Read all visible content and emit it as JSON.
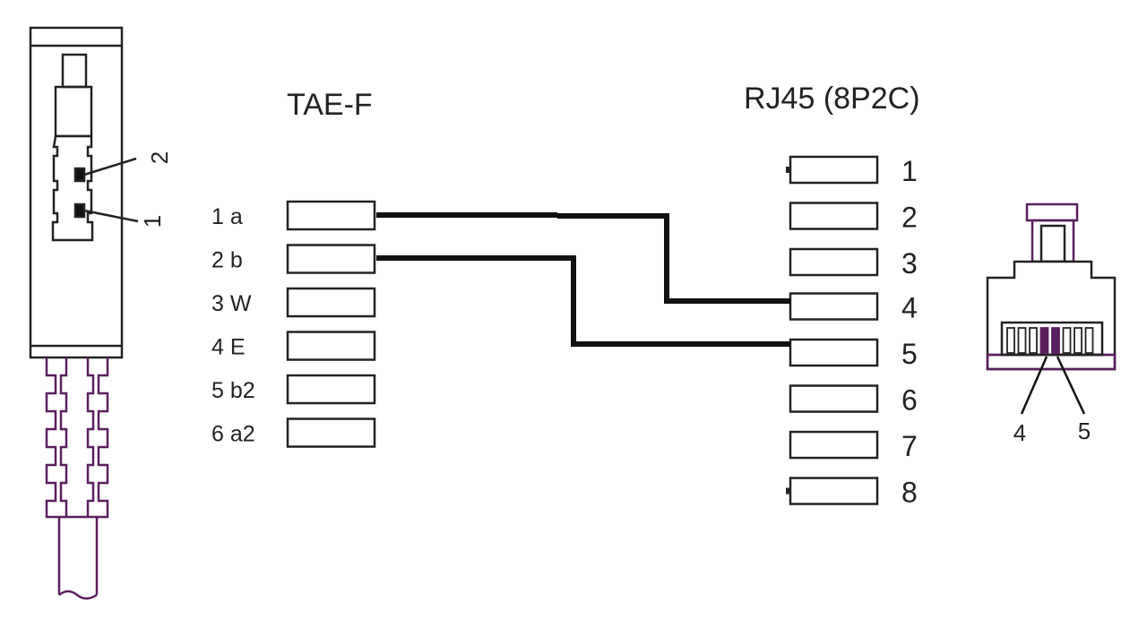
{
  "diagram": {
    "tae_title": "TAE-F",
    "rj45_title": "RJ45 (8P2C)",
    "tae_pins": [
      "1 a",
      "2 b",
      "3 W",
      "4 E",
      "5 b2",
      "6 a2"
    ],
    "rj45_pins": [
      "1",
      "2",
      "3",
      "4",
      "5",
      "6",
      "7",
      "8"
    ],
    "tae_plug_contacts": [
      "2",
      "1"
    ],
    "rj45_plug_contacts": [
      "4",
      "5"
    ],
    "connections": [
      {
        "from": "1 a",
        "to": "4"
      },
      {
        "from": "2 b",
        "to": "5"
      }
    ],
    "colors": {
      "line": "#111111",
      "outline": "#222222",
      "purple": "#5b1f5f"
    }
  }
}
